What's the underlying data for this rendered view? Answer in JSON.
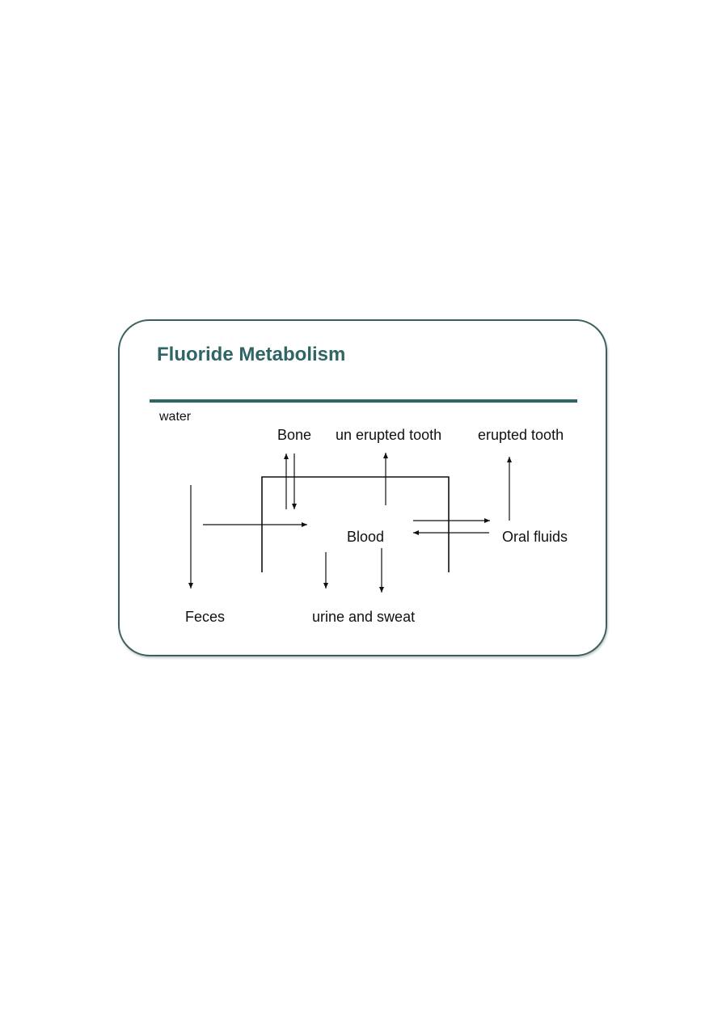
{
  "slide": {
    "title": "Fluoride Metabolism",
    "accent_color": "#2f6665",
    "border_color": "#3a5f5e"
  },
  "labels": {
    "water": "water",
    "bone": "Bone",
    "unerupted_tooth": "un erupted tooth",
    "erupted_tooth": "erupted tooth",
    "blood": "Blood",
    "oral_fluids": "Oral fluids",
    "feces": "Feces",
    "urine_sweat": "urine and sweat"
  }
}
